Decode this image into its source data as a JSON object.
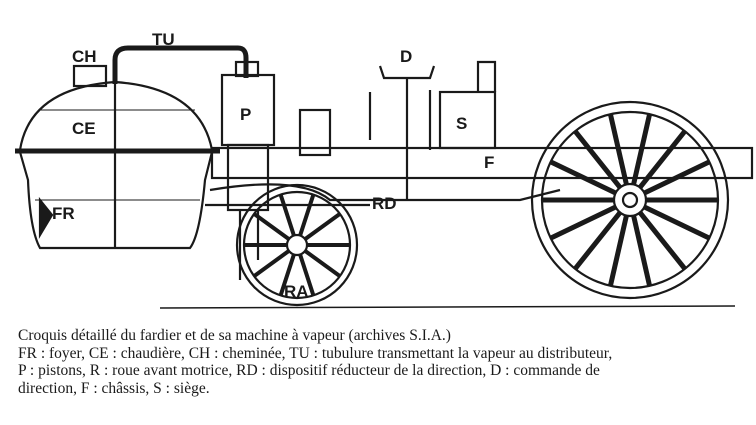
{
  "labels": {
    "CH": "CH",
    "TU": "TU",
    "D": "D",
    "P": "P",
    "CE": "CE",
    "S": "S",
    "F": "F",
    "FR": "FR",
    "RD": "RD",
    "RA": "RA"
  },
  "caption": {
    "title": "Croquis détaillé du fardier et de sa machine à vapeur (archives S.I.A.)",
    "line1": "FR : foyer, CE : chaudière, CH : cheminée, TU : tubulure transmettant la vapeur au distributeur,",
    "line2": "P : pistons, R : roue avant motrice, RD : dispositif réducteur de la direction, D : commande de",
    "line3": "direction, F : châssis, S : siège."
  }
}
